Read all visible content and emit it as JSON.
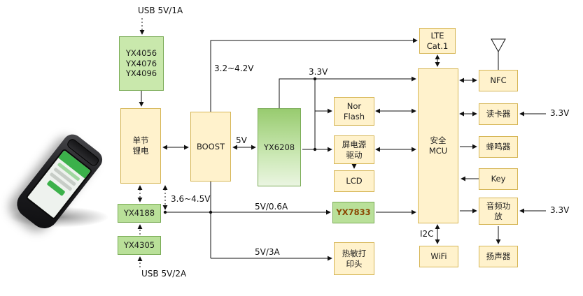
{
  "palette": {
    "box_fill": "#FFF2CC",
    "box_border": "#D6B656",
    "green_fill": "#C9E8AC",
    "green_border": "#79AB55",
    "line": "#111111",
    "chip_text": "#8a4500"
  },
  "blocks": {
    "yx4056": {
      "label": "YX4056\nYX4076\nYX4096"
    },
    "battery": {
      "label": "单节\n锂电"
    },
    "yx4188": {
      "label": "YX4188"
    },
    "yx4305": {
      "label": "YX4305"
    },
    "boost": {
      "label": "BOOST"
    },
    "yx6208": {
      "label": "YX6208"
    },
    "nor_flash": {
      "label": "Nor\nFlash"
    },
    "screen_power": {
      "label": "屏电源\n驱动"
    },
    "lcd": {
      "label": "LCD"
    },
    "yx7833": {
      "label": "YX7833"
    },
    "print_head": {
      "label": "热敏打\n印头"
    },
    "lte": {
      "label": "LTE\nCat.1"
    },
    "mcu": {
      "label": "安全\nMCU"
    },
    "nfc": {
      "label": "NFC"
    },
    "card_reader": {
      "label": "读卡器"
    },
    "buzzer": {
      "label": "蜂鸣器"
    },
    "key": {
      "label": "Key"
    },
    "audio_amp": {
      "label": "音频功\n放"
    },
    "speaker": {
      "label": "扬声器"
    },
    "wifi": {
      "label": "WiFi"
    }
  },
  "labels": {
    "usb_top": "USB 5V/1A",
    "usb_bottom": "USB 5V/2A",
    "boost_in": "3.2~4.2V",
    "rail_3v3": "3.3V",
    "boost_out": "5V",
    "battery_range": "3.6~4.5V",
    "rail_5v_06a": "5V/0.6A",
    "rail_5v_3a": "5V/3A",
    "i2c": "I2C",
    "reader_3v3": "3.3V",
    "amp_3v3": "3.3V"
  }
}
